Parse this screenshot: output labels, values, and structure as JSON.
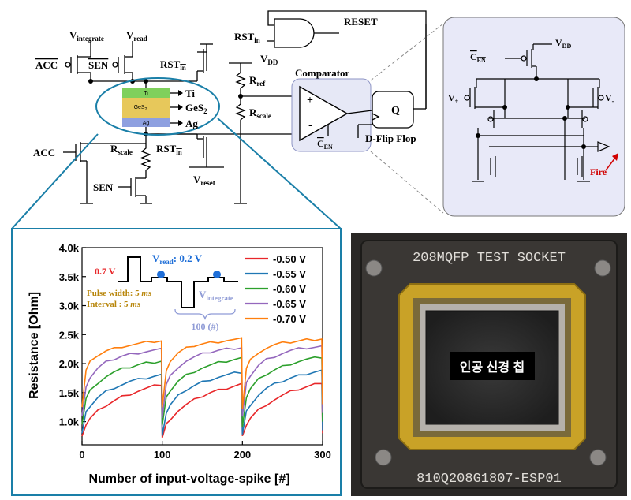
{
  "circuit": {
    "v_integrate": "V",
    "v_integrate_sub": "integrate",
    "v_read": "V",
    "v_read_sub": "read",
    "acc_bar": "ACC",
    "sen_bar": "SEN",
    "rst_in": "RST",
    "rst_in_sub": "in",
    "rst_in_top": "RST",
    "rst_in_top_sub": "in",
    "reset": "RESET",
    "vdd": "V",
    "vdd_sub": "DD",
    "r_ref": "R",
    "r_ref_sub": "ref",
    "r_scale": "R",
    "r_scale_sub": "scale",
    "comparator": "Comparator",
    "plus": "+",
    "minus": "-",
    "c_en": "C",
    "c_en_sub": "EN",
    "dff_q": "Q",
    "dff_label": "D-Flip Flop",
    "acc": "ACC",
    "r_scale_low": "R",
    "r_scale_low_sub": "scale",
    "rst_in_low": "RST",
    "rst_in_low_sub": "in",
    "sen": "SEN",
    "v_reset": "V",
    "v_reset_sub": "reset",
    "device_top": "Ti",
    "device_mid": "GeS",
    "device_mid_sub": "2",
    "device_bot": "Ag",
    "dev_lbl_ti": "Ti",
    "dev_lbl_ges": "GeS",
    "dev_lbl_ges_sub": "2",
    "dev_lbl_ag": "Ag"
  },
  "comparator_detail": {
    "c_en": "C",
    "c_en_sub": "EN",
    "vdd": "V",
    "vdd_sub": "DD",
    "v_plus": "V",
    "v_plus_sub": "+",
    "v_minus": "V",
    "v_minus_sub": "-",
    "fire": "Fire"
  },
  "inset": {
    "amp": "0.7 V",
    "vread": "V",
    "vread_sub": "read",
    "vread_val": ": 0.2 V",
    "pulse_width": "Pulse width:  5 ",
    "pulse_unit": "ms",
    "interval": "Interval  : 5 ",
    "interval_unit": "ms",
    "vint": "V",
    "vint_sub": "integrate",
    "count": "100 (#)"
  },
  "chip": {
    "socket_top": "208MQFP TEST SOCKET",
    "socket_bottom": "810Q208G1807-ESP01",
    "chip_label": "인공 신경 칩"
  },
  "chart_data": {
    "type": "line",
    "title": "",
    "xlabel": "Number of input-voltage-spike [#]",
    "ylabel": "Resistance [Ohm]",
    "xlim": [
      0,
      300
    ],
    "ylim": [
      600,
      4000
    ],
    "xticks": [
      0,
      100,
      200,
      300
    ],
    "xtick_labels": [
      "0",
      "100",
      "200",
      "300"
    ],
    "yticks": [
      1000,
      1500,
      2000,
      2500,
      3000,
      3500,
      4000
    ],
    "ytick_labels": [
      "1.0k",
      "1.5k",
      "2.0k",
      "2.5k",
      "3.0k",
      "3.5k",
      "4.0k"
    ],
    "legend_position": "top-right",
    "series": [
      {
        "name": "-0.50 V",
        "color": "#e8272a",
        "x": [
          0,
          5,
          10,
          20,
          30,
          40,
          50,
          60,
          70,
          80,
          90,
          99,
          100,
          105,
          110,
          120,
          130,
          140,
          150,
          160,
          170,
          180,
          190,
          199,
          200,
          205,
          210,
          220,
          230,
          240,
          250,
          260,
          270,
          280,
          290,
          299,
          300
        ],
        "y": [
          750,
          950,
          1050,
          1180,
          1280,
          1360,
          1430,
          1480,
          1530,
          1570,
          1610,
          1640,
          720,
          950,
          1050,
          1190,
          1290,
          1370,
          1440,
          1500,
          1540,
          1580,
          1620,
          1650,
          730,
          950,
          1060,
          1200,
          1300,
          1380,
          1450,
          1510,
          1560,
          1600,
          1640,
          1680,
          800
        ]
      },
      {
        "name": "-0.55 V",
        "color": "#1f77b4",
        "x": [
          0,
          5,
          10,
          20,
          30,
          40,
          50,
          60,
          70,
          80,
          90,
          99,
          100,
          105,
          110,
          120,
          130,
          140,
          150,
          160,
          170,
          180,
          190,
          199,
          200,
          205,
          210,
          220,
          230,
          240,
          250,
          260,
          270,
          280,
          290,
          299,
          300
        ],
        "y": [
          800,
          1150,
          1270,
          1420,
          1520,
          1590,
          1640,
          1690,
          1720,
          1750,
          1780,
          1800,
          780,
          1150,
          1280,
          1440,
          1550,
          1620,
          1680,
          1730,
          1770,
          1800,
          1830,
          1850,
          780,
          1170,
          1300,
          1460,
          1570,
          1640,
          1700,
          1750,
          1790,
          1830,
          1860,
          1880,
          850
        ]
      },
      {
        "name": "-0.60 V",
        "color": "#2ca02c",
        "x": [
          0,
          5,
          10,
          20,
          30,
          40,
          50,
          60,
          70,
          80,
          90,
          99,
          100,
          105,
          110,
          120,
          130,
          140,
          150,
          160,
          170,
          180,
          190,
          199,
          200,
          205,
          210,
          220,
          230,
          240,
          250,
          260,
          270,
          280,
          290,
          299,
          300
        ],
        "y": [
          950,
          1400,
          1530,
          1680,
          1780,
          1850,
          1900,
          1940,
          1980,
          2010,
          2030,
          2050,
          930,
          1400,
          1540,
          1700,
          1800,
          1870,
          1930,
          1970,
          2010,
          2040,
          2070,
          2090,
          930,
          1420,
          1560,
          1720,
          1820,
          1890,
          1950,
          2000,
          2040,
          2070,
          2090,
          2110,
          1000
        ]
      },
      {
        "name": "-0.65 V",
        "color": "#9467bd",
        "x": [
          0,
          5,
          10,
          20,
          30,
          40,
          50,
          60,
          70,
          80,
          90,
          99,
          100,
          105,
          110,
          120,
          130,
          140,
          150,
          160,
          170,
          180,
          190,
          199,
          200,
          205,
          210,
          220,
          230,
          240,
          250,
          260,
          270,
          280,
          290,
          299,
          300
        ],
        "y": [
          1100,
          1620,
          1760,
          1920,
          2020,
          2080,
          2130,
          2160,
          2190,
          2210,
          2230,
          2240,
          1080,
          1640,
          1780,
          1950,
          2050,
          2110,
          2160,
          2200,
          2230,
          2250,
          2270,
          2280,
          1080,
          1650,
          1800,
          1970,
          2070,
          2130,
          2180,
          2220,
          2250,
          2270,
          2280,
          2290,
          1150
        ]
      },
      {
        "name": "-0.70 V",
        "color": "#ff7f0e",
        "x": [
          0,
          5,
          10,
          20,
          30,
          40,
          50,
          60,
          70,
          80,
          90,
          99,
          100,
          105,
          110,
          120,
          130,
          140,
          150,
          160,
          170,
          180,
          190,
          199,
          200,
          205,
          210,
          220,
          230,
          240,
          250,
          260,
          270,
          280,
          290,
          299,
          300
        ],
        "y": [
          1250,
          1880,
          2020,
          2150,
          2220,
          2260,
          2300,
          2320,
          2340,
          2360,
          2380,
          2390,
          1230,
          1900,
          2040,
          2180,
          2260,
          2310,
          2340,
          2360,
          2380,
          2400,
          2410,
          2420,
          1230,
          1920,
          2060,
          2200,
          2270,
          2320,
          2350,
          2370,
          2390,
          2410,
          2420,
          2430,
          1300
        ]
      }
    ]
  }
}
